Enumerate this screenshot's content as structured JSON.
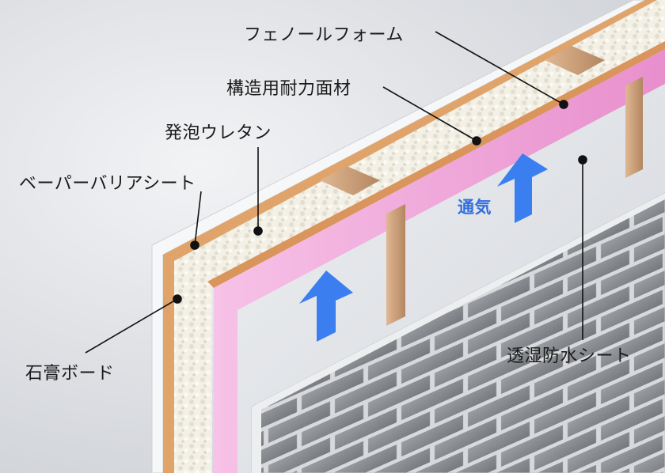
{
  "labels": {
    "phenol_foam": "フェノールフォーム",
    "structural_panel": "構造用耐力面材",
    "urethane_foam": "発泡ウレタン",
    "vapor_barrier": "ベーパーバリアシート",
    "gypsum_board": "石膏ボード",
    "breathable_sheet": "透湿防水シート",
    "airflow": "通気"
  },
  "colors": {
    "pink_foam": "#f3a9dc",
    "osb_panel": "#d9955b",
    "insulation": "#f4f1e8",
    "batten": "#c9a07a",
    "sheet": "#e6e8ec",
    "brick": "#8e9195",
    "arrow": "#3a7ef0"
  }
}
